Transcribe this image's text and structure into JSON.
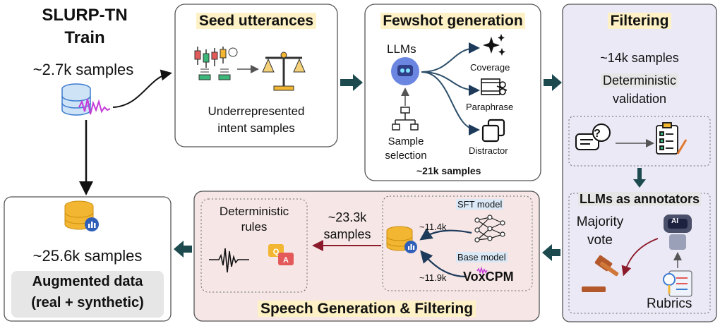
{
  "source": {
    "title_line1": "SLURP-TN",
    "title_line2": "Train",
    "samples": "~2.7k samples"
  },
  "seed": {
    "title": "Seed utterances",
    "caption_line1": "Underrepresented",
    "caption_line2": "intent samples"
  },
  "fewshot": {
    "title": "Fewshot generation",
    "llms_label": "LLMs",
    "coverage": "Coverage",
    "paraphrase": "Paraphrase",
    "distractor": "Distractor",
    "selection_line1": "Sample",
    "selection_line2": "selection",
    "total": "~21k samples"
  },
  "filtering": {
    "title": "Filtering",
    "samples": "~14k  samples",
    "validation_line1": "Deterministic",
    "validation_line2": "validation",
    "annotators": "LLMs as annotators",
    "majority_line1": "Majority",
    "majority_line2": "vote",
    "rubrics": "Rubrics",
    "ai_badge": "AI"
  },
  "speech": {
    "title": "Speech Generation & Filtering",
    "rules_line1": "Deterministic",
    "rules_line2": "rules",
    "samples_line1": "~23.3k",
    "samples_line2": "samples",
    "sft_model": "SFT model",
    "sft_count": "~11.4k",
    "base_model": "Base model",
    "base_count": "~11.9k",
    "voxcpm": "VoxCPM"
  },
  "augmented": {
    "samples": "~25.6k samples",
    "label_line1": "Augmented data",
    "label_line2": "(real + synthetic)"
  },
  "colors": {
    "arrow_dark": "#1d4a4f",
    "arrow_red": "#8b1a2b",
    "filtering_bg": "#ece9f6",
    "speech_bg": "#f6e6e6",
    "highlight_yellow": "#fdf1c5",
    "highlight_gray": "#e6e6e6",
    "highlight_blue": "#dbe9f7",
    "database_gold": "#f2b632",
    "database_blue": "#4a7bd0"
  }
}
